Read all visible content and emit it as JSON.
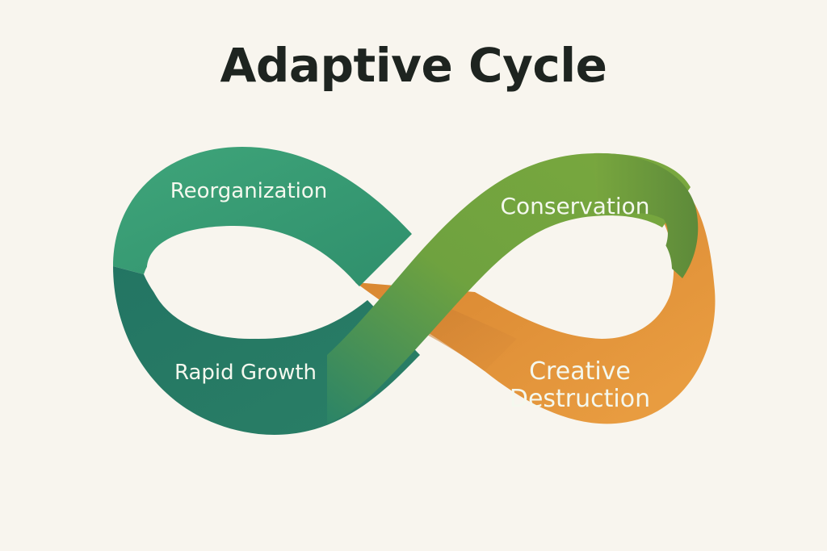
{
  "title": "Adaptive Cycle",
  "phases": {
    "reorganization": "Reorganization",
    "conservation": "Conservation",
    "rapid_growth": "Rapid Growth",
    "creative_destruction_line1": "Creative",
    "creative_destruction_line2": "Destruction"
  },
  "colors": {
    "background": "#f8f5ee",
    "title": "#1e2420",
    "green_light": "#3fa57a",
    "green_dark": "#1f6b5c",
    "lime": "#7aa53e",
    "olive": "#5f8a3a",
    "orange": "#e8963a",
    "orange_dark": "#cf7a2a"
  }
}
